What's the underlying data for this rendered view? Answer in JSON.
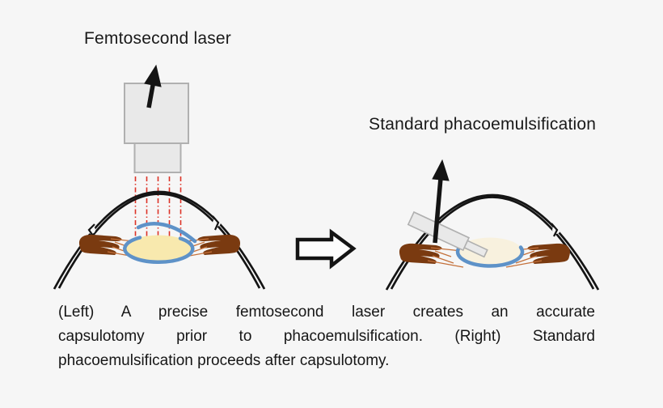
{
  "page": {
    "background": "#f6f6f6"
  },
  "labels": {
    "left_title": "Femtosecond laser",
    "right_title": "Standard phacoemulsification"
  },
  "caption": {
    "lines": [
      "(Left) A precise femtosecond laser creates an accurate",
      "capsulotomy prior to phacoemulsification. (Right) Standard",
      "phacoemulsification proceeds after capsulotomy."
    ]
  },
  "icons": {
    "laser_direction_arrow": "up-arrow",
    "probe_direction_arrow": "up-arrow",
    "procedure_step_arrow": "hollow-right-block-arrow"
  },
  "colors": {
    "outline_black": "#141414",
    "laser_body": "#e9e9e9",
    "laser_border": "#b0b0b0",
    "laser_beam_red": "#dd3226",
    "capsule_blue": "#5e92c8",
    "lens_yellow": "#f8e9ae",
    "lens_cream": "#f8f1de",
    "iris_brown": "#7a3a10",
    "zonule_orange": "#c4713b",
    "step_arrow_fill": "#fdfdfd",
    "background": "#f6f6f6"
  }
}
